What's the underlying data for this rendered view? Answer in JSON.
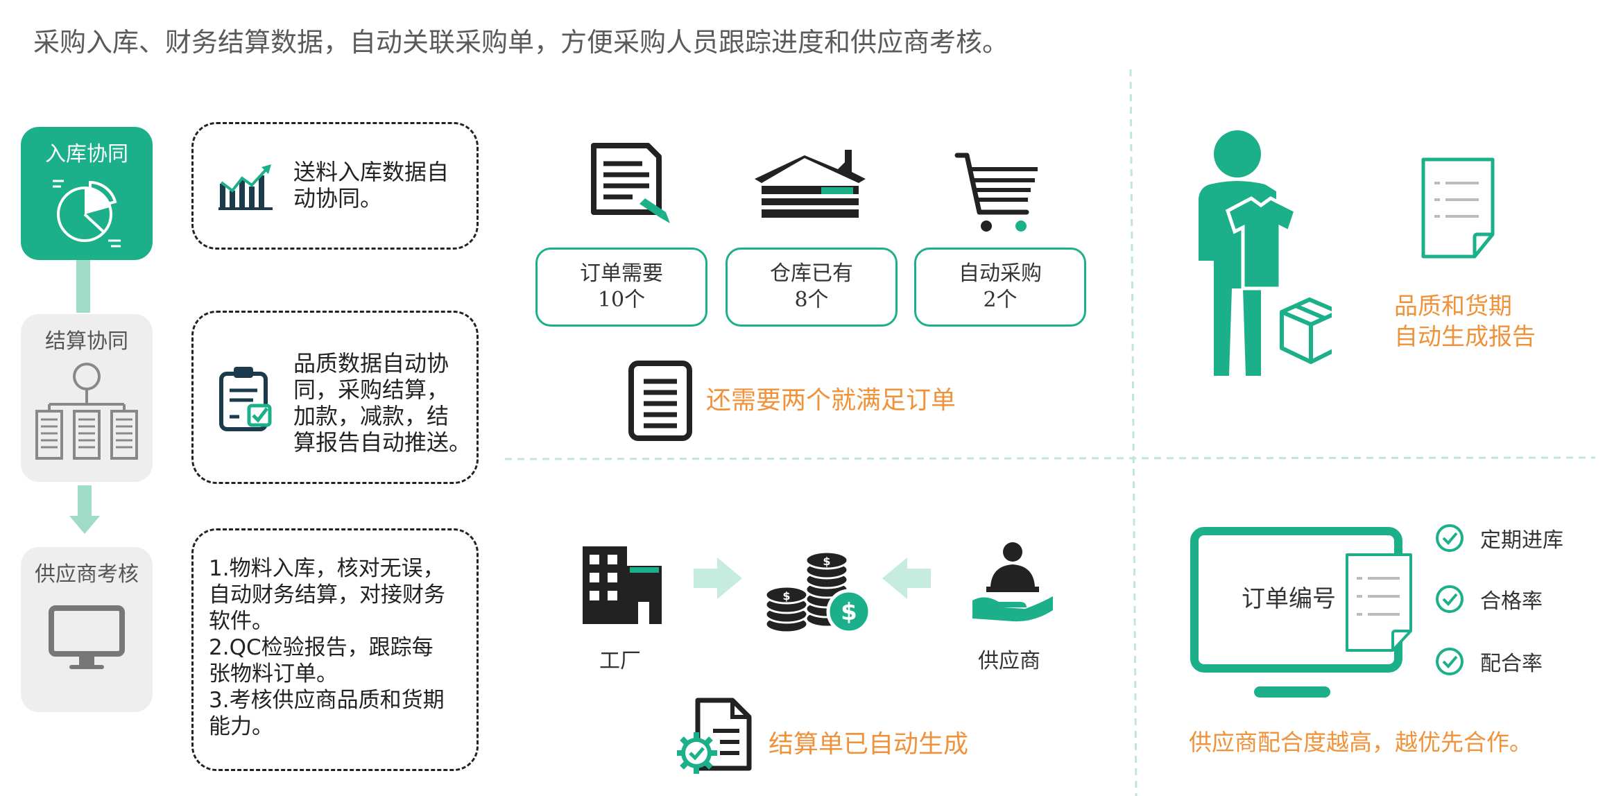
{
  "header": {
    "title": "采购入库、财务结算数据，自动关联采购单，方便采购人员跟踪进度和供应商考核。"
  },
  "stages": [
    {
      "label": "入库协同"
    },
    {
      "label": "结算协同"
    },
    {
      "label": "供应商考核"
    }
  ],
  "descriptions": [
    {
      "lines": [
        "送料入库数据自",
        "动协同。"
      ]
    },
    {
      "lines": [
        "品质数据自动协",
        "同，采购结算，",
        "加款，减款，结",
        "算报告自动推送。"
      ]
    },
    {
      "lines": [
        "1.物料入库，核对无误，",
        "自动财务结算，对接财务",
        "软件。",
        "2.QC检验报告，跟踪每",
        "张物料订单。",
        "3.考核供应商品质和货期",
        "能力。"
      ]
    }
  ],
  "orders": [
    {
      "label": "订单需要",
      "count": "10个"
    },
    {
      "label": "仓库已有",
      "count": "8个"
    },
    {
      "label": "自动采购",
      "count": "2个"
    }
  ],
  "order_note": "还需要两个就满足订单",
  "report": {
    "line1": "品质和货期",
    "line2": "自动生成报告"
  },
  "settlement": {
    "factory": "工厂",
    "supplier": "供应商",
    "note": "结算单已自动生成"
  },
  "assessment": {
    "screen_text": "订单编号",
    "checks": [
      "定期进库",
      "合格率",
      "配合率"
    ],
    "note": "供应商配合度越高，越优先合作。"
  },
  "colors": {
    "accent": "#1cb08a",
    "accent_light": "#9fdcc8",
    "orange": "#f0923a",
    "dark": "#222222"
  }
}
